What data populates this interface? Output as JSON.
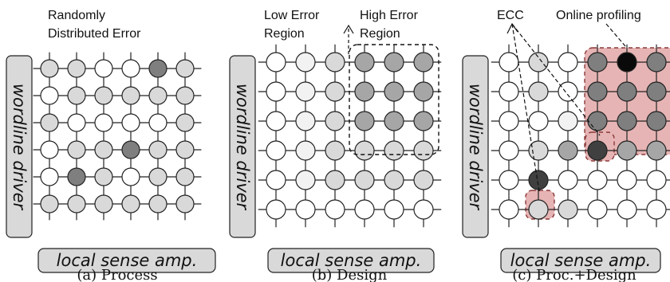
{
  "colors": {
    "none": "#ffffff",
    "light": "#f2f2f2",
    "medium": "#d9d9d9",
    "dark": "#a6a6a6",
    "darker": "#7f7f7f",
    "darkest": "#404040",
    "black": "#0a0a0a",
    "profile_fill": "#e6b4b4",
    "profile_stroke": "#8a3a3a"
  },
  "panels": [
    {
      "id": "process",
      "caption": "(a) Process",
      "annotations": [
        "Randomly",
        "Distributed Error"
      ],
      "driver_label": "wordline driver",
      "sense_label": "local sense amp.",
      "cells": [
        [
          2,
          2,
          0,
          0,
          4,
          2
        ],
        [
          0,
          2,
          2,
          2,
          2,
          2
        ],
        [
          2,
          0,
          0,
          0,
          0,
          2
        ],
        [
          0,
          2,
          2,
          4,
          2,
          2
        ],
        [
          0,
          4,
          2,
          0,
          2,
          2
        ],
        [
          2,
          2,
          2,
          2,
          2,
          2
        ]
      ]
    },
    {
      "id": "design",
      "caption": "(b) Design",
      "annotations": [
        "Low Error",
        "Region",
        "High Error",
        "Region"
      ],
      "driver_label": "wordline driver",
      "sense_label": "local sense amp.",
      "cells": [
        [
          0,
          1,
          2,
          3,
          3,
          3
        ],
        [
          0,
          1,
          2,
          3,
          3,
          3
        ],
        [
          0,
          1,
          2,
          3,
          3,
          3
        ],
        [
          0,
          1,
          2,
          2,
          2,
          2
        ],
        [
          0,
          1,
          2,
          2,
          2,
          2
        ],
        [
          0,
          0,
          0,
          0,
          0,
          0
        ]
      ]
    },
    {
      "id": "proc_design",
      "caption": "(c) Proc.+Design",
      "annotations": [
        "ECC",
        "Online profiling"
      ],
      "driver_label": "wordline driver",
      "sense_label": "local sense amp.",
      "cells": [
        [
          0,
          2,
          0,
          4,
          6,
          4
        ],
        [
          0,
          2,
          0,
          4,
          4,
          4
        ],
        [
          0,
          0,
          1,
          4,
          4,
          4
        ],
        [
          0,
          2,
          3,
          5,
          3,
          3
        ],
        [
          0,
          5,
          0,
          0,
          0,
          0
        ],
        [
          0,
          2,
          2,
          0,
          0,
          0
        ]
      ]
    }
  ]
}
